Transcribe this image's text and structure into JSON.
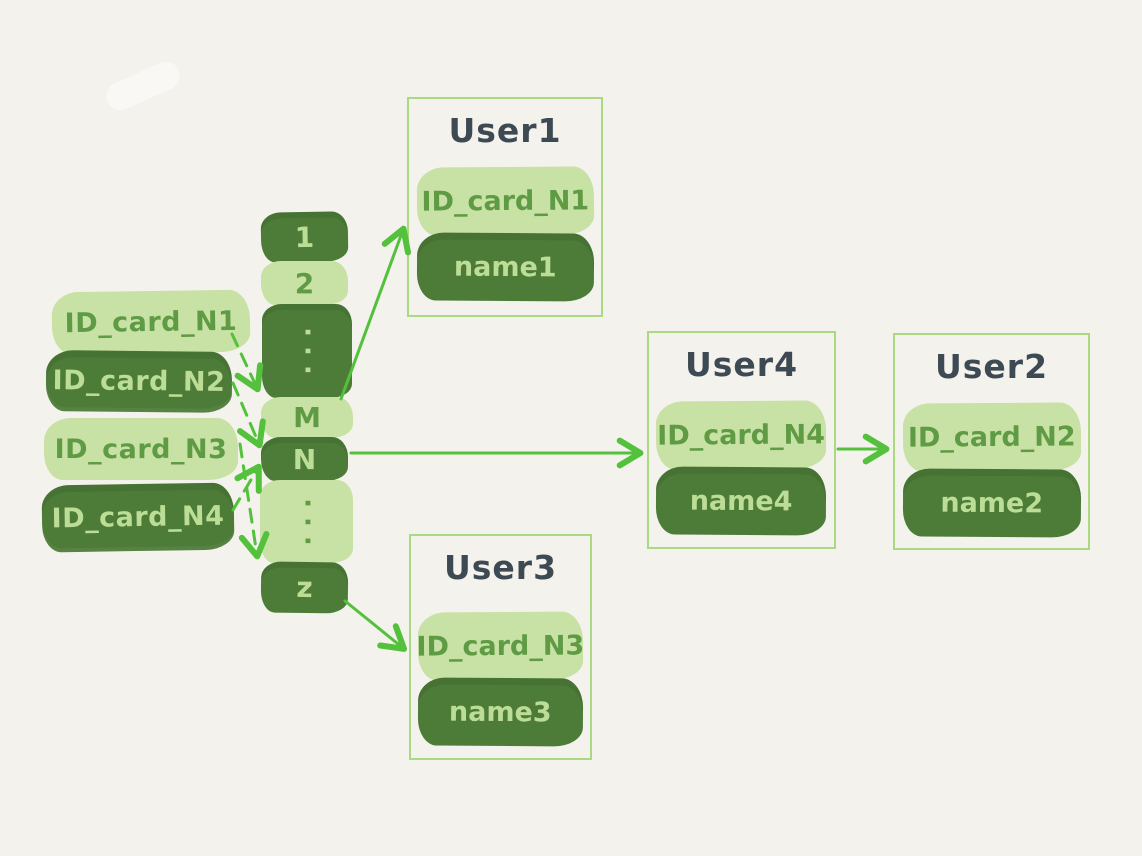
{
  "colors": {
    "background": "#f4f2ec",
    "pill_light": "#c8e1a4",
    "pill_dark": "#4d7c39",
    "text_on_light": "#5f9b44",
    "text_on_dark": "#bcdd96",
    "arrow": "#53c13c",
    "box_border": "#abd883",
    "title_text": "#3e4a53"
  },
  "id_cards": [
    {
      "label": "ID_card_N1",
      "variant": "light"
    },
    {
      "label": "ID_card_N2",
      "variant": "dark"
    },
    {
      "label": "ID_card_N3",
      "variant": "light"
    },
    {
      "label": "ID_card_N4",
      "variant": "dark"
    }
  ],
  "hash_buckets": [
    {
      "label": "1",
      "variant": "dark"
    },
    {
      "label": "2",
      "variant": "light"
    },
    {
      "label": "···",
      "variant": "dark"
    },
    {
      "label": "M",
      "variant": "light"
    },
    {
      "label": "N",
      "variant": "dark"
    },
    {
      "label": "···",
      "variant": "light"
    },
    {
      "label": "z",
      "variant": "dark"
    }
  ],
  "users": [
    {
      "title": "User1",
      "id_card": "ID_card_N1",
      "name": "name1"
    },
    {
      "title": "User4",
      "id_card": "ID_card_N4",
      "name": "name4"
    },
    {
      "title": "User2",
      "id_card": "ID_card_N2",
      "name": "name2"
    },
    {
      "title": "User3",
      "id_card": "ID_card_N3",
      "name": "name3"
    }
  ]
}
